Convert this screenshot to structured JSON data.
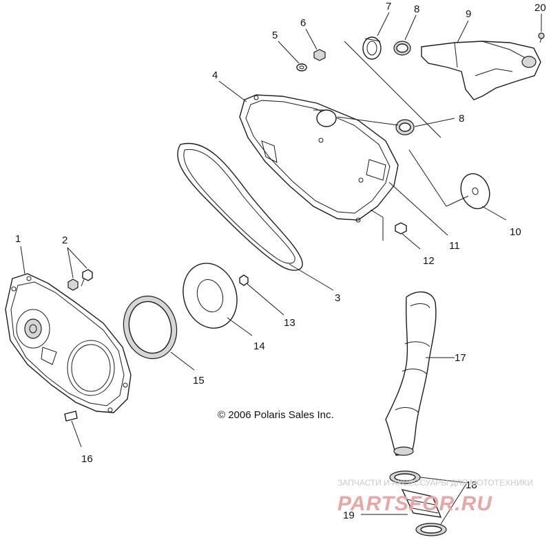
{
  "labels": {
    "p1": "1",
    "p2": "2",
    "p3": "3",
    "p4": "4",
    "p5": "5",
    "p6": "6",
    "p7": "7",
    "p8a": "8",
    "p8b": "8",
    "p9": "9",
    "p10": "10",
    "p11": "11",
    "p12": "12",
    "p13": "13",
    "p14": "14",
    "p15": "15",
    "p16": "16",
    "p17": "17",
    "p18": "18",
    "p19": "19",
    "p20": "20"
  },
  "copyright": "© 2006 Polaris Sales Inc.",
  "watermark": {
    "tagline": "ЗАПЧАСТИ И АКСЕССУАРЫ ДЛЯ МОТОТЕХНИКИ",
    "logo": "PARTSFOR.RU",
    "logo_color": "#e8a6a6"
  }
}
